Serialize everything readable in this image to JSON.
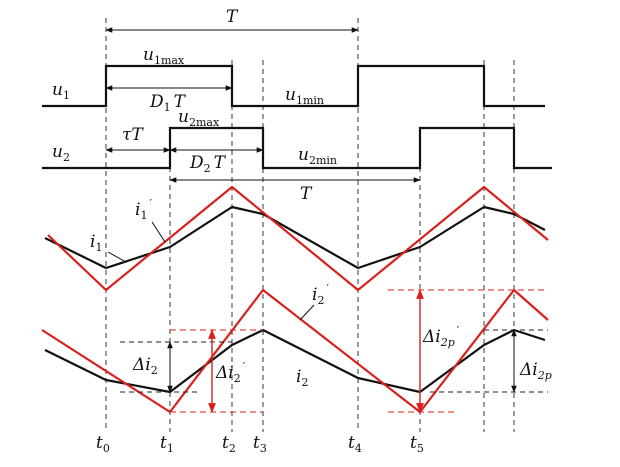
{
  "labels": {
    "period_top": "T",
    "period_mid": "T",
    "u1": "u",
    "u1_sub": "1",
    "u2": "u",
    "u2_sub": "2",
    "u1max": "u",
    "u1max_sub": "1max",
    "u1min": "u",
    "u1min_sub": "1min",
    "u2max": "u",
    "u2max_sub": "2max",
    "u2min": "u",
    "u2min_sub": "2min",
    "d1t_D": "D",
    "d1t_sub": "1",
    "d1t_T": "T",
    "d2t_D": "D",
    "d2t_sub": "2",
    "d2t_T": "T",
    "taut": "τT",
    "i1": "i",
    "i1_sub": "1",
    "i1p": "i",
    "i1p_sub": "1",
    "i1p_prime": "′",
    "i2": "i",
    "i2_sub": "2",
    "i2p": "i",
    "i2p_sub": "2",
    "i2p_prime": "′",
    "di2": "Δi",
    "di2_sub": "2",
    "di2p": "Δi",
    "di2p_sub": "2",
    "di2p_prime": "′",
    "di2pp": "Δi",
    "di2pp_sub": "2p",
    "di2pp_prime": "′",
    "di2p_right": "Δi",
    "di2p_right_sub": "2p"
  },
  "ticks": [
    {
      "t": "t",
      "sub": "0"
    },
    {
      "t": "t",
      "sub": "1"
    },
    {
      "t": "t",
      "sub": "2"
    },
    {
      "t": "t",
      "sub": "3"
    },
    {
      "t": "t",
      "sub": "4"
    },
    {
      "t": "t",
      "sub": "5"
    }
  ],
  "colors": {
    "ideal_current": "#d9201e",
    "actual_current": "#111111"
  }
}
